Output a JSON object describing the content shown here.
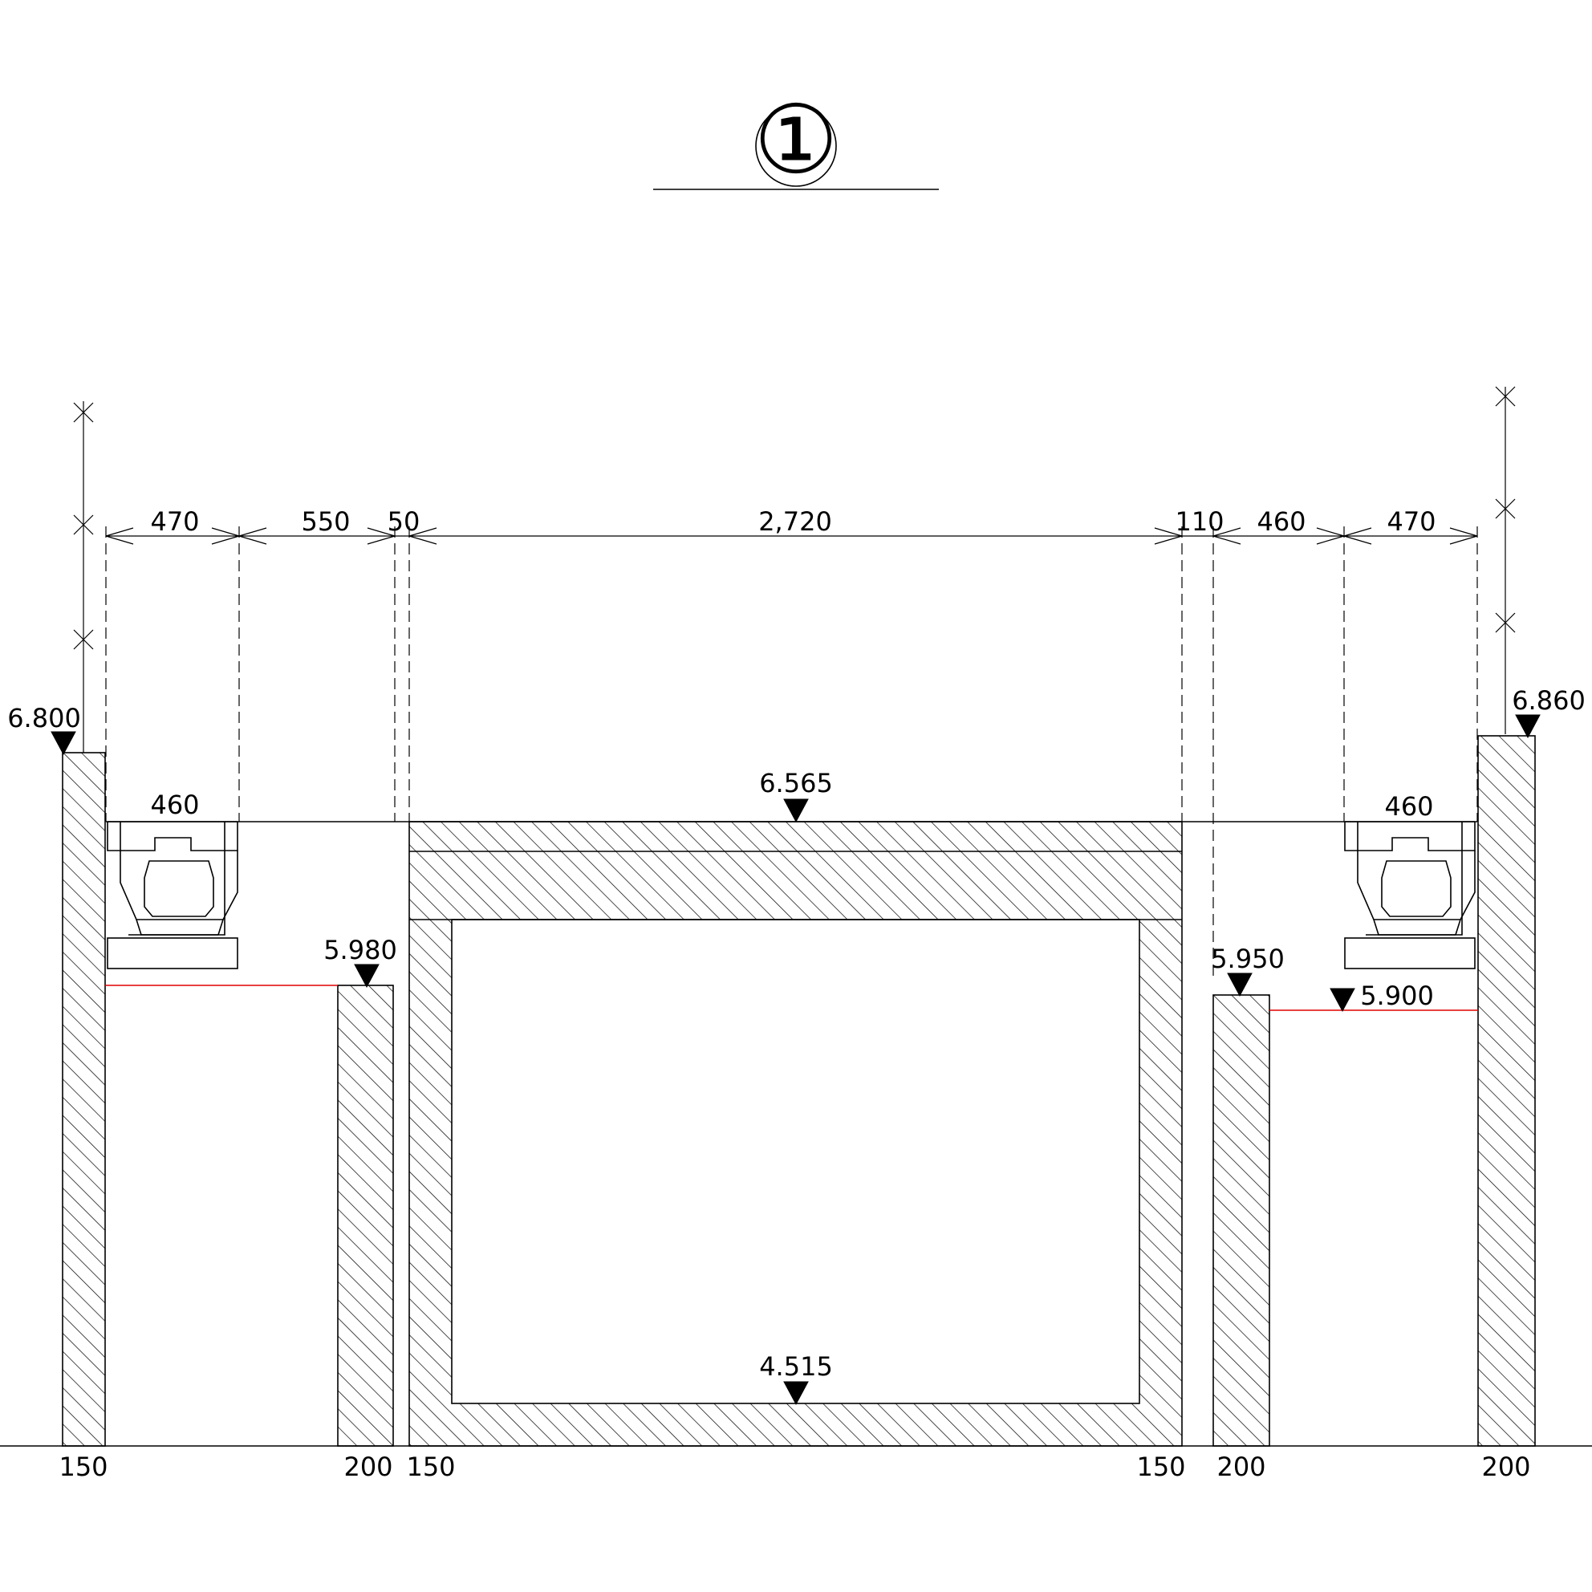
{
  "title": "①",
  "dimensions": {
    "top": [
      "470",
      "550",
      "50",
      "2,720",
      "110",
      "460",
      "470"
    ],
    "left_channel_width": "460",
    "right_channel_width": "460"
  },
  "levels": {
    "left_top": "6.800",
    "right_top": "6.860",
    "center_top": "6.565",
    "left_inner_wall": "5.980",
    "right_inner_wall": "5.950",
    "right_water": "5.900",
    "center_bottom": "4.515"
  },
  "base_labels": {
    "left_wall": "150",
    "left_inner_wall": "200",
    "center_left_wall": "150",
    "center_right_wall": "150",
    "right_inner_wall": "200",
    "right_wall": "200"
  }
}
